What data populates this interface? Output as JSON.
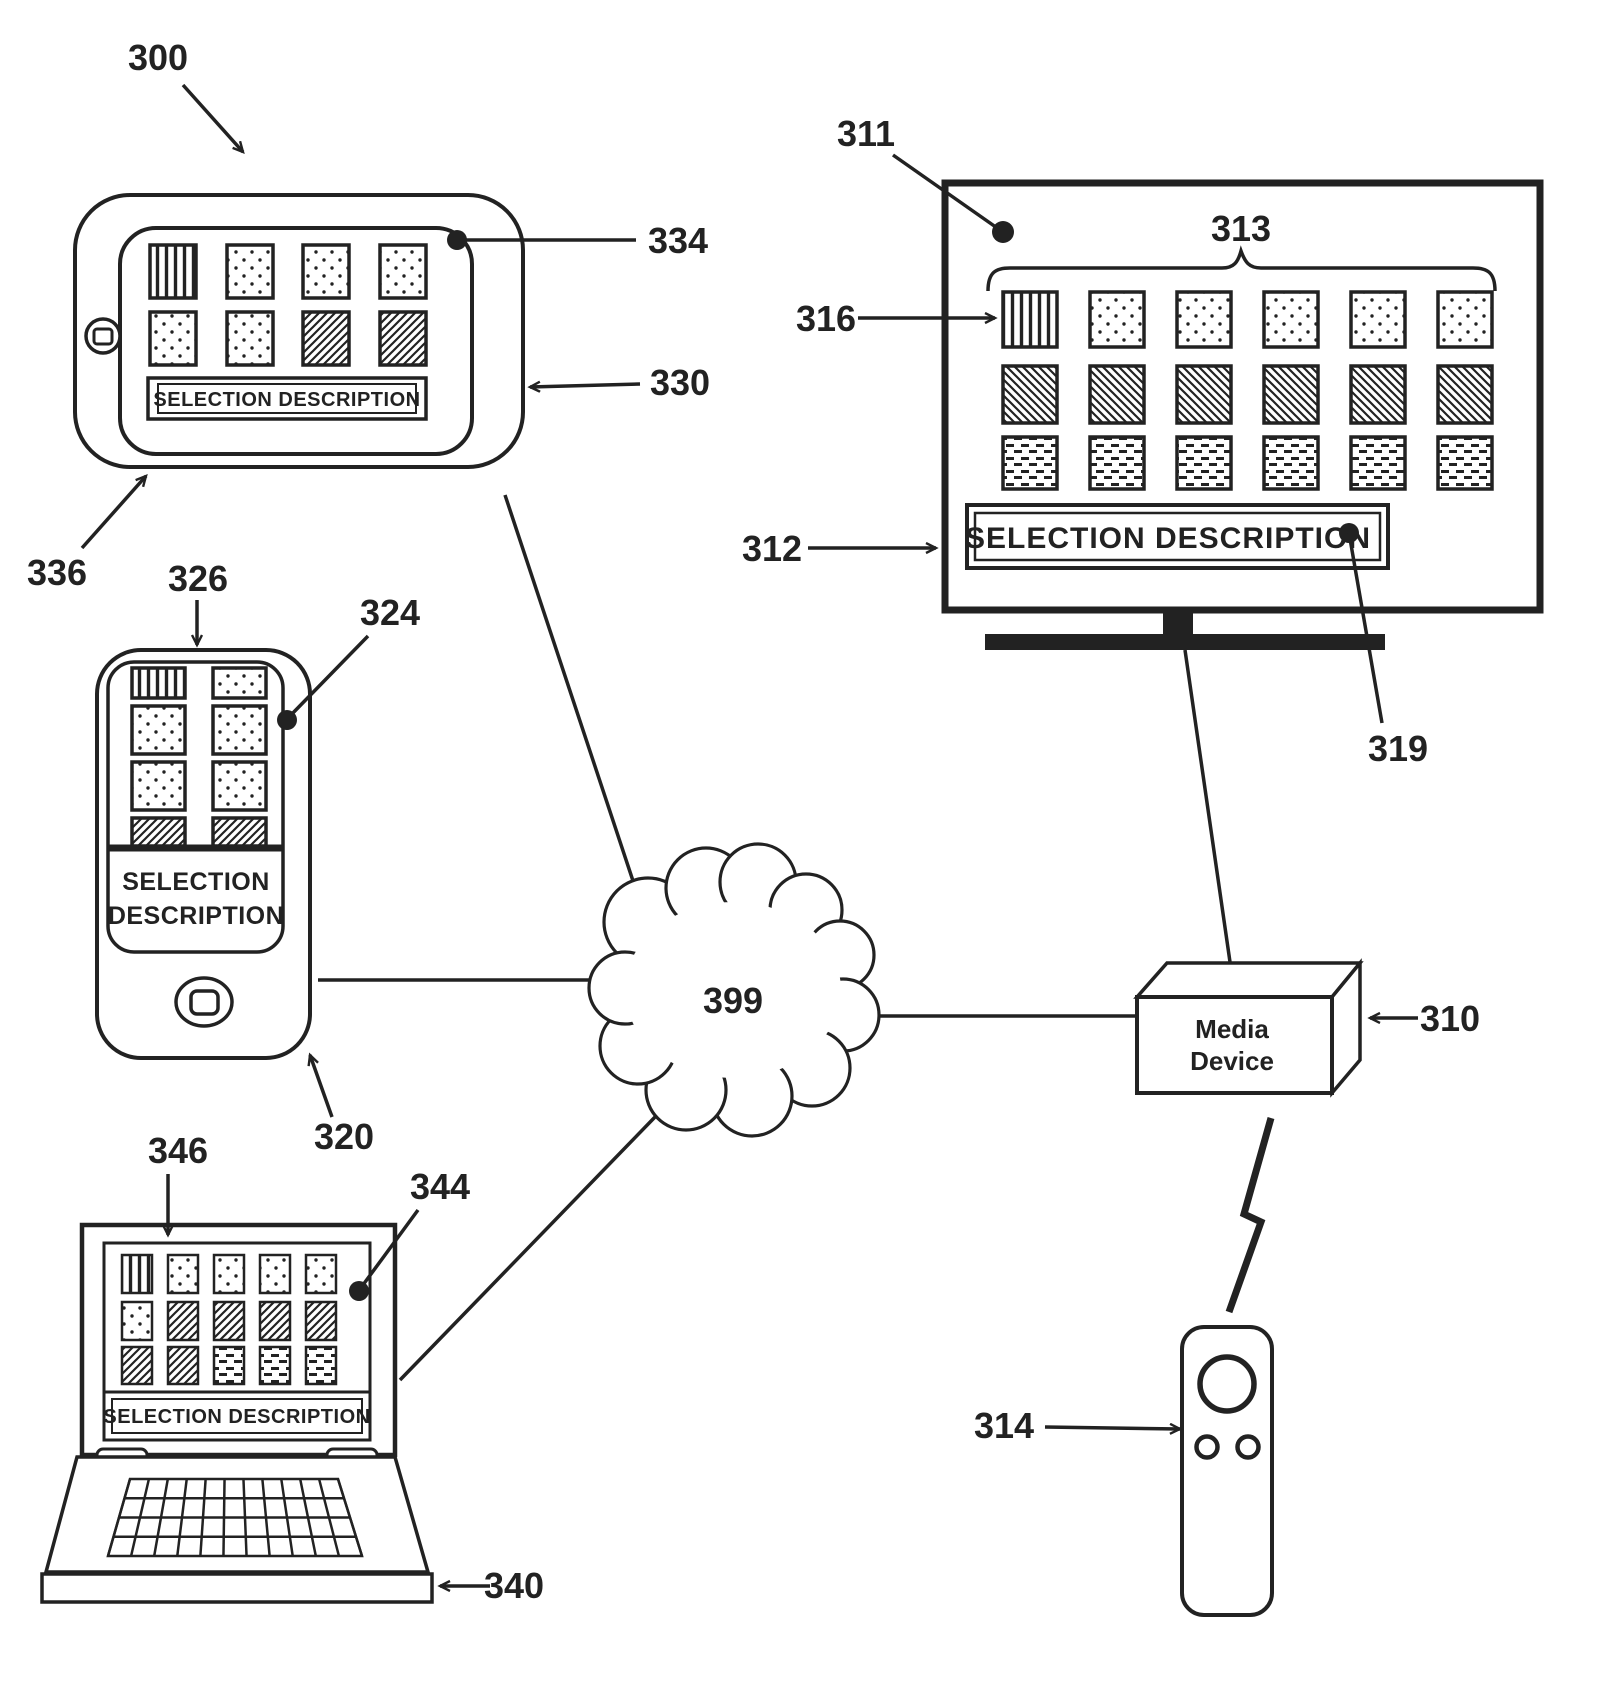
{
  "figure_labels": {
    "l300": "300",
    "l310": "310",
    "l311": "311",
    "l312": "312",
    "l313": "313",
    "l314": "314",
    "l316": "316",
    "l319": "319",
    "l320": "320",
    "l324": "324",
    "l326": "326",
    "l330": "330",
    "l334": "334",
    "l336": "336",
    "l340": "340",
    "l344": "344",
    "l346": "346",
    "l399": "399"
  },
  "texts": {
    "selection_description": "SELECTION DESCRIPTION",
    "phone_description_line1": "SELECTION",
    "phone_description_line2": "DESCRIPTION",
    "media_device_line1": "Media",
    "media_device_line2": "Device"
  },
  "grids": {
    "tablet": [
      [
        "vstripe",
        "dots",
        "dots",
        "dots"
      ],
      [
        "dots",
        "dots",
        "diag",
        "diag"
      ]
    ],
    "tv": [
      [
        "vstripe",
        "dots",
        "dots",
        "dots",
        "dots",
        "dots"
      ],
      [
        "diag2",
        "diag2",
        "diag2",
        "diag2",
        "diag2",
        "diag2"
      ],
      [
        "dash",
        "dash",
        "dash",
        "dash",
        "dash",
        "dash"
      ]
    ],
    "phone": [
      [
        "vstripe",
        "dots"
      ],
      [
        "dots",
        "dots"
      ],
      [
        "dots",
        "dots"
      ],
      [
        "diag",
        "diag"
      ]
    ],
    "laptop": [
      [
        "vstripe",
        "dots",
        "dots",
        "dots",
        "dots"
      ],
      [
        "dots",
        "diag",
        "diag",
        "diag",
        "diag"
      ],
      [
        "diag",
        "diag",
        "dash",
        "dash",
        "dash"
      ]
    ]
  },
  "colors": {
    "ink": "#222222",
    "paper": "#ffffff"
  }
}
